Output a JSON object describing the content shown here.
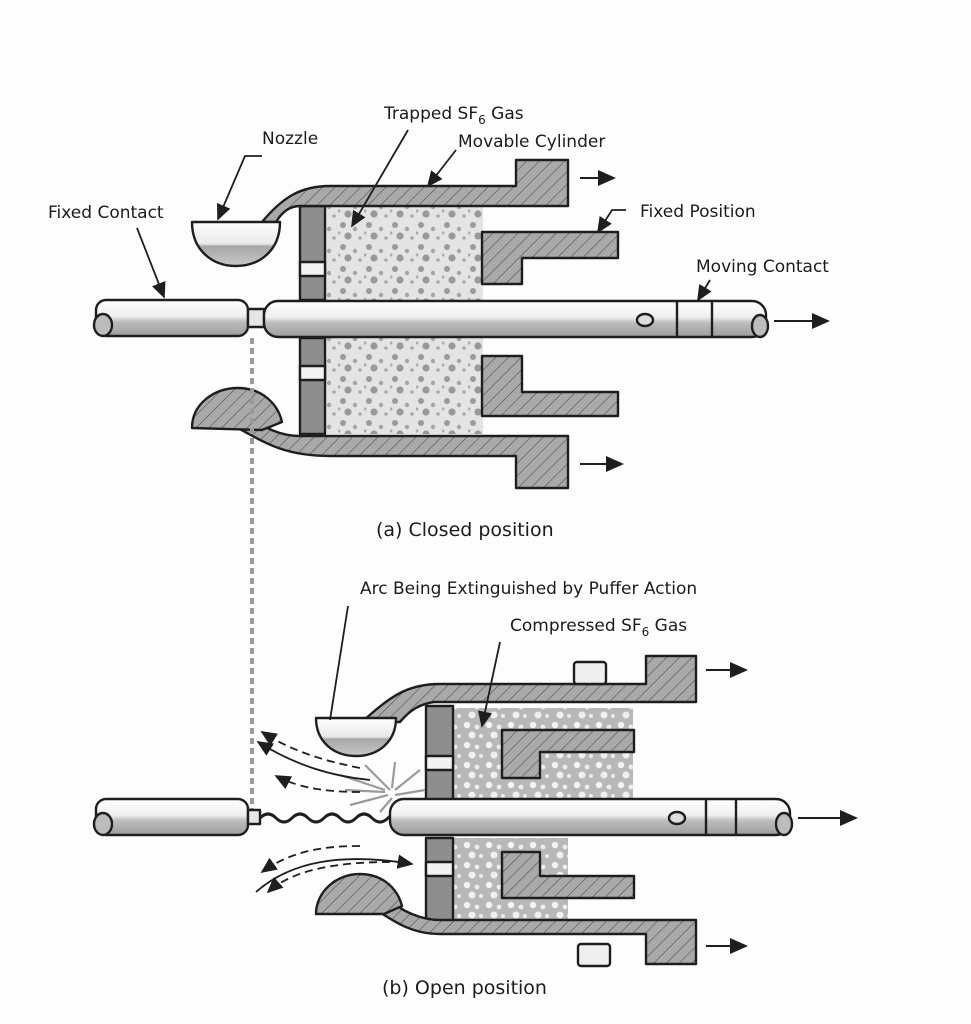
{
  "title": "SF6 Puffer-Type Circuit Breaker",
  "closed": {
    "caption": "(a)  Closed position",
    "labels": {
      "nozzle": "Nozzle",
      "trapped_gas_prefix": "Trapped SF",
      "trapped_gas_sub": "6",
      "trapped_gas_suffix": " Gas",
      "movable_cylinder": "Movable Cylinder",
      "fixed_contact": "Fixed Contact",
      "fixed_position": "Fixed Position",
      "moving_contact": "Moving Contact"
    }
  },
  "open": {
    "caption": "(b)  Open position",
    "labels": {
      "arc": "Arc Being Extinguished by Puffer Action",
      "compressed_gas_prefix": "Compressed SF",
      "compressed_gas_sub": "6",
      "compressed_gas_suffix": " Gas"
    }
  },
  "colors": {
    "background": "#fdfdfd",
    "outline": "#1e1e1e",
    "metal_gray": "#a8a8a8",
    "piston_gray": "#8e8e8e",
    "gas_fill": "#e6e6e6",
    "rod_light": "#f2f2f2",
    "rod_shade": "#b4b4b4"
  }
}
